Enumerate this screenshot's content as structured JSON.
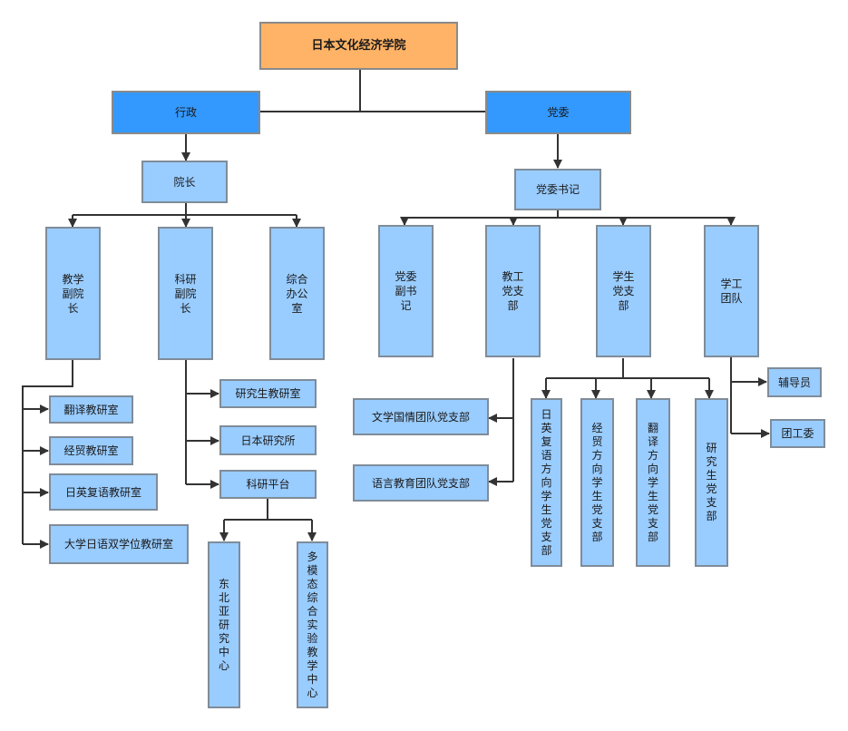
{
  "diagram": {
    "root": "日本文化经济学院",
    "admin": {
      "label": "行政",
      "dean": "院长",
      "vice_teaching": "教学副院长",
      "vice_research": "科研副院长",
      "general_office": "综合办公室",
      "teaching_offices": [
        "翻译教研室",
        "经贸教研室",
        "日英复语教研室",
        "大学日语双学位教研室"
      ],
      "research_units": [
        "研究生教研室",
        "日本研究所",
        "科研平台"
      ],
      "platforms": [
        "东北亚研究中心",
        "多模态综合实验教学中心"
      ]
    },
    "party": {
      "label": "党委",
      "secretary": "党委书记",
      "deputy_secretary": "党委副书记",
      "staff_branch": "教工党支部",
      "student_branch": "学生党支部",
      "youth_league": "学工团队",
      "staff_teams": [
        "文学国情团队党支部",
        "语言教育团队党支部"
      ],
      "student_branches": [
        "日英复语方向学生党支部",
        "经贸方向学生党支部",
        "翻译方向学生党支部",
        "研究生党支部"
      ],
      "youth_units": [
        "辅导员",
        "团工委"
      ]
    }
  },
  "colors": {
    "root": "#ffb366",
    "level1": "#3399ff",
    "node": "#99ccff",
    "line": "#333333"
  }
}
